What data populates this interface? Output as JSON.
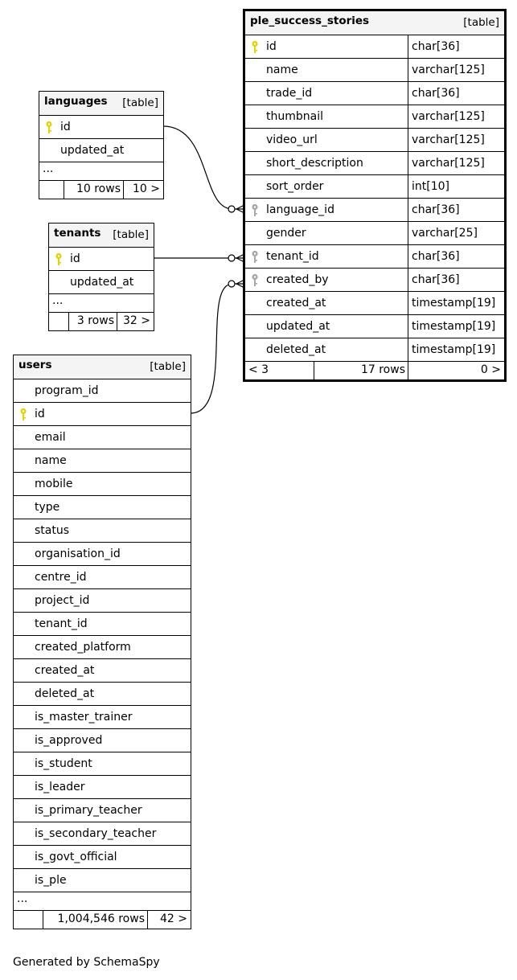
{
  "tables": {
    "ple_success_stories": {
      "name": "ple_success_stories",
      "tag": "[table]",
      "columns": [
        {
          "name": "id",
          "type": "char[36]",
          "key": "primary"
        },
        {
          "name": "name",
          "type": "varchar[125]",
          "key": "none"
        },
        {
          "name": "trade_id",
          "type": "char[36]",
          "key": "none"
        },
        {
          "name": "thumbnail",
          "type": "varchar[125]",
          "key": "none"
        },
        {
          "name": "video_url",
          "type": "varchar[125]",
          "key": "none"
        },
        {
          "name": "short_description",
          "type": "varchar[125]",
          "key": "none"
        },
        {
          "name": "sort_order",
          "type": "int[10]",
          "key": "none"
        },
        {
          "name": "language_id",
          "type": "char[36]",
          "key": "foreign"
        },
        {
          "name": "gender",
          "type": "varchar[25]",
          "key": "none"
        },
        {
          "name": "tenant_id",
          "type": "char[36]",
          "key": "foreign"
        },
        {
          "name": "created_by",
          "type": "char[36]",
          "key": "foreign"
        },
        {
          "name": "created_at",
          "type": "timestamp[19]",
          "key": "none"
        },
        {
          "name": "updated_at",
          "type": "timestamp[19]",
          "key": "none"
        },
        {
          "name": "deleted_at",
          "type": "timestamp[19]",
          "key": "none"
        }
      ],
      "footer": {
        "parents": "< 3",
        "rows": "17 rows",
        "children": "0 >"
      }
    },
    "languages": {
      "name": "languages",
      "tag": "[table]",
      "columns": [
        {
          "name": "id",
          "key": "primary"
        },
        {
          "name": "updated_at",
          "key": "none"
        }
      ],
      "ellipsis": "...",
      "footer": {
        "rows": "10 rows",
        "children": "10 >"
      }
    },
    "tenants": {
      "name": "tenants",
      "tag": "[table]",
      "columns": [
        {
          "name": "id",
          "key": "primary"
        },
        {
          "name": "updated_at",
          "key": "none"
        }
      ],
      "ellipsis": "...",
      "footer": {
        "rows": "3 rows",
        "children": "32 >"
      }
    },
    "users": {
      "name": "users",
      "tag": "[table]",
      "columns": [
        {
          "name": "program_id",
          "key": "none"
        },
        {
          "name": "id",
          "key": "primary"
        },
        {
          "name": "email",
          "key": "none"
        },
        {
          "name": "name",
          "key": "none"
        },
        {
          "name": "mobile",
          "key": "none"
        },
        {
          "name": "type",
          "key": "none"
        },
        {
          "name": "status",
          "key": "none"
        },
        {
          "name": "organisation_id",
          "key": "none"
        },
        {
          "name": "centre_id",
          "key": "none"
        },
        {
          "name": "project_id",
          "key": "none"
        },
        {
          "name": "tenant_id",
          "key": "none"
        },
        {
          "name": "created_platform",
          "key": "none"
        },
        {
          "name": "created_at",
          "key": "none"
        },
        {
          "name": "deleted_at",
          "key": "none"
        },
        {
          "name": "is_master_trainer",
          "key": "none"
        },
        {
          "name": "is_approved",
          "key": "none"
        },
        {
          "name": "is_student",
          "key": "none"
        },
        {
          "name": "is_leader",
          "key": "none"
        },
        {
          "name": "is_primary_teacher",
          "key": "none"
        },
        {
          "name": "is_secondary_teacher",
          "key": "none"
        },
        {
          "name": "is_govt_official",
          "key": "none"
        },
        {
          "name": "is_ple",
          "key": "none"
        }
      ],
      "ellipsis": "...",
      "footer": {
        "rows": "1,004,546 rows",
        "children": "42 >"
      }
    }
  },
  "relationships": [
    {
      "from": "languages.id",
      "to": "ple_success_stories.language_id"
    },
    {
      "from": "tenants.id",
      "to": "ple_success_stories.tenant_id"
    },
    {
      "from": "users.id",
      "to": "ple_success_stories.created_by"
    }
  ],
  "colors": {
    "primary_key": "#e6d200",
    "foreign_key": "#a8a8a8",
    "header_bg": "#f4f4f4"
  },
  "generated_by": "Generated by SchemaSpy"
}
